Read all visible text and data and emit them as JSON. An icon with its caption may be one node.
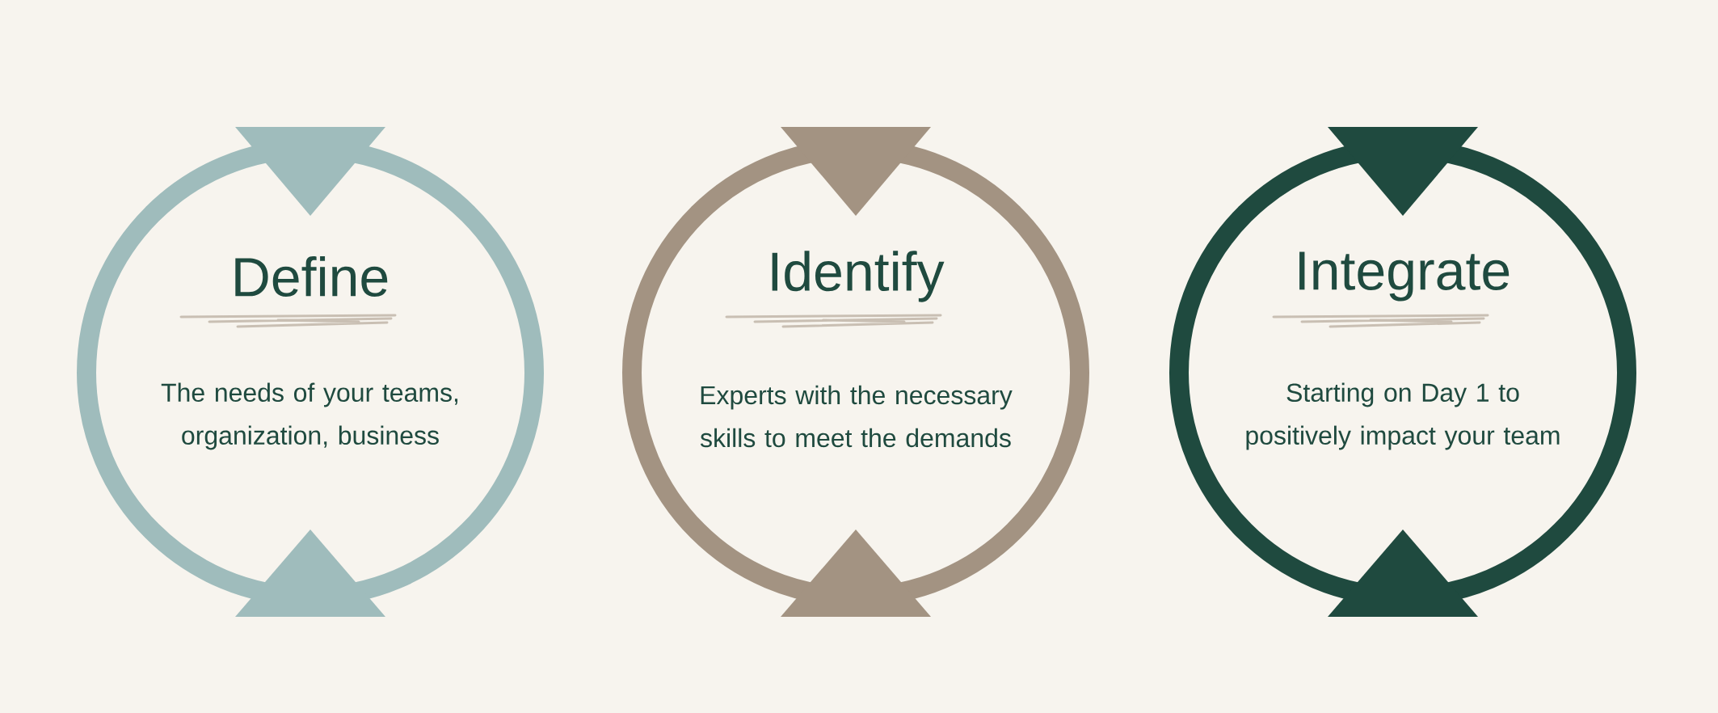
{
  "diagram": {
    "nodes": [
      {
        "text": [
          "Define",
          "The needs of your teams, organization, business"
        ]
      },
      {
        "text": [
          "Identify",
          "Experts with the necessary skills to meet the demands"
        ]
      },
      {
        "text": [
          "Integrate",
          "Starting on Day 1 to positively impact your team"
        ]
      }
    ]
  }
}
